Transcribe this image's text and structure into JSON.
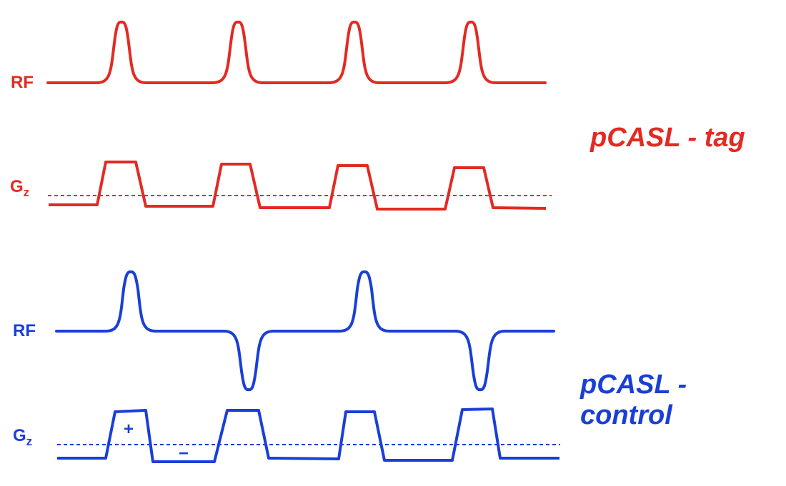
{
  "colors": {
    "tag": "#e32a22",
    "control": "#1a3fd6"
  },
  "tag": {
    "title": "pCASL - tag",
    "rf_label": "RF",
    "gz_label_main": "G",
    "gz_label_sub": "z"
  },
  "control": {
    "title": "pCASL - control",
    "rf_label": "RF",
    "gz_label_main": "G",
    "gz_label_sub": "z",
    "plus_sign": "+",
    "minus_sign": "−"
  }
}
